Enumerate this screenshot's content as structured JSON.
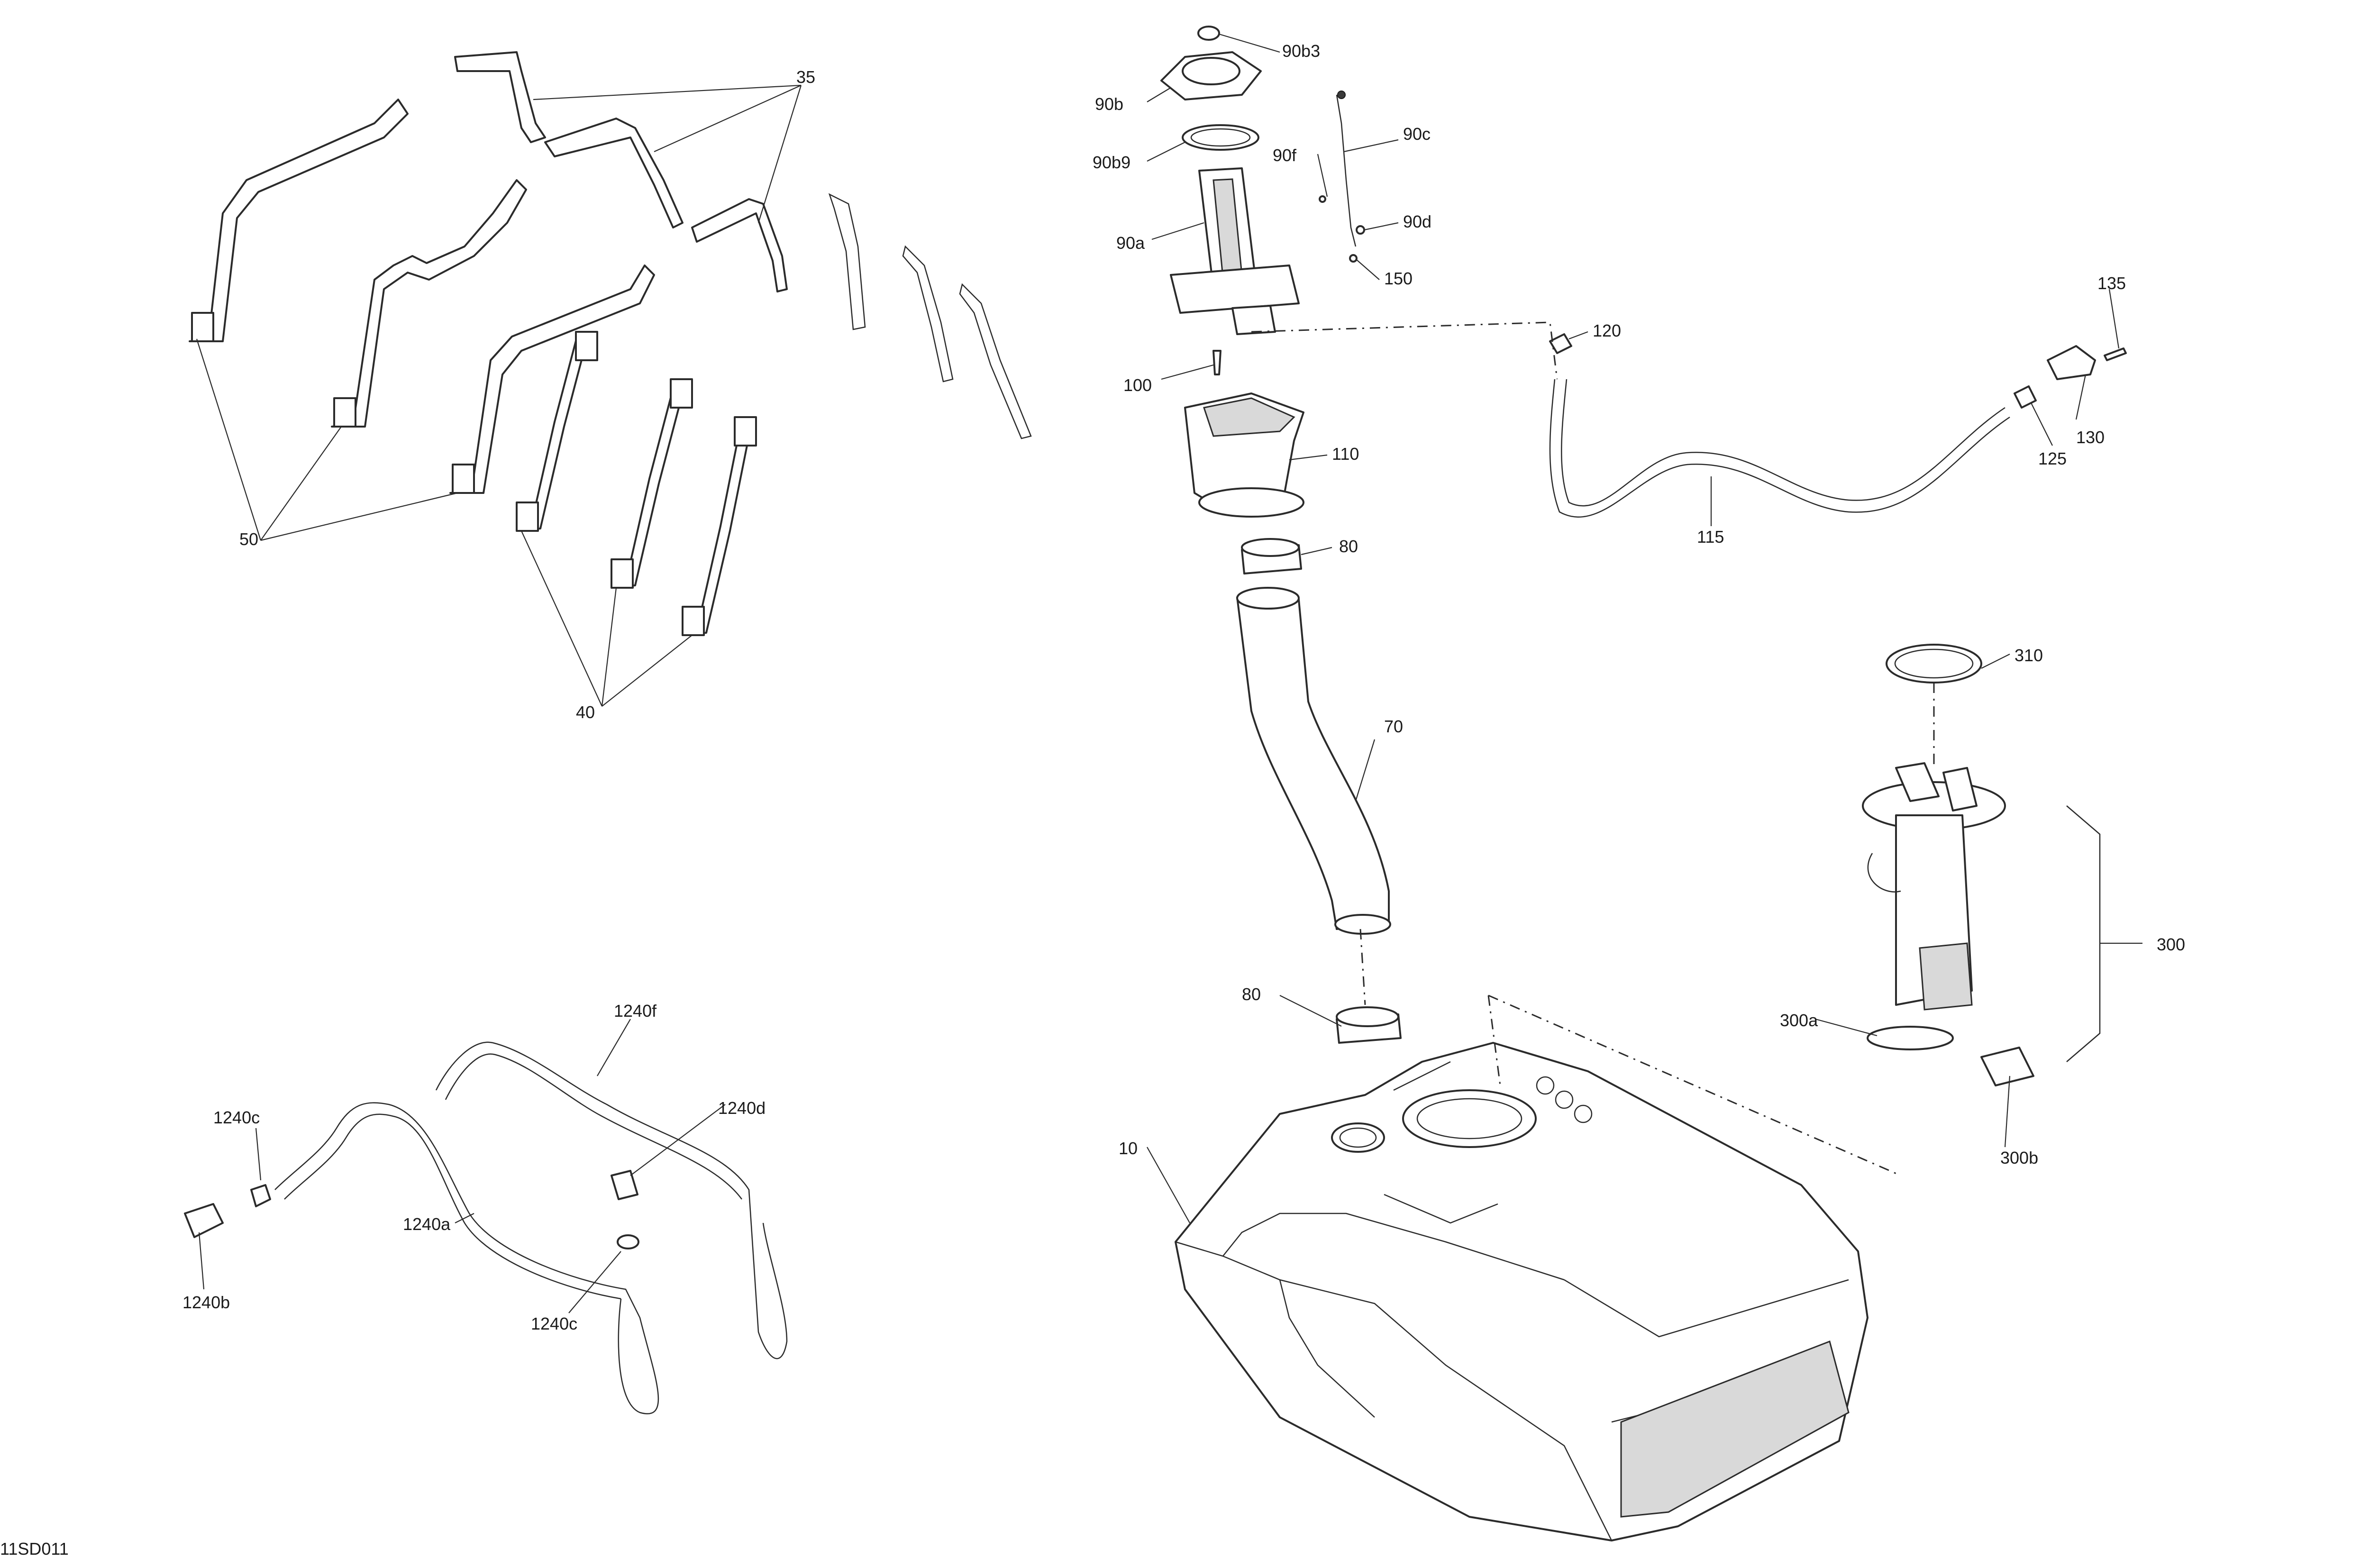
{
  "diagram": {
    "drawing_code": "11SD011",
    "callouts": {
      "c35": "35",
      "c50": "50",
      "c40": "40",
      "c90b3": "90b3",
      "c90b": "90b",
      "c90b9": "90b9",
      "c90f": "90f",
      "c90c": "90c",
      "c90a": "90a",
      "c90d": "90d",
      "c150": "150",
      "c100": "100",
      "c120": "120",
      "c135": "135",
      "c110": "110",
      "c130": "130",
      "c125": "125",
      "c80a": "80",
      "c115": "115",
      "c310": "310",
      "c70": "70",
      "c300": "300",
      "c80b": "80",
      "c300a": "300a",
      "c300b": "300b",
      "c10": "10",
      "c1240f": "1240f",
      "c1240c_top": "1240c",
      "c1240d": "1240d",
      "c1240a": "1240a",
      "c1240b": "1240b",
      "c1240c_bot": "1240c"
    }
  }
}
